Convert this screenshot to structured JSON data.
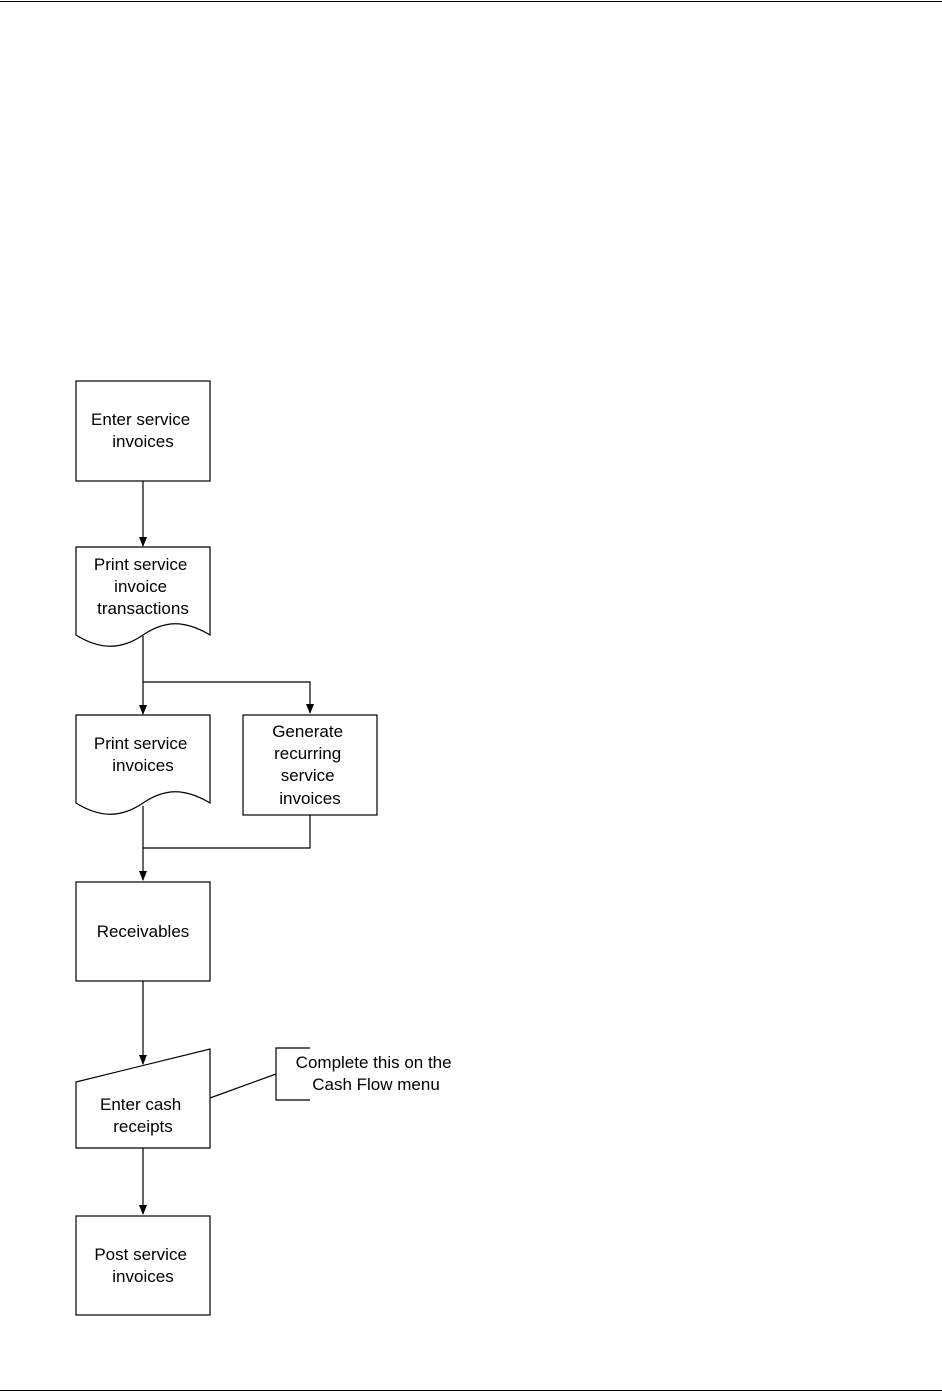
{
  "flowchart": {
    "nodes": {
      "enter_service_invoices": [
        "Enter service",
        "invoices"
      ],
      "print_service_invoice_transactions": [
        "Print service",
        "invoice",
        "transactions"
      ],
      "print_service_invoices": [
        "Print service",
        "invoices"
      ],
      "generate_recurring_service_invoices": [
        "Generate",
        "recurring",
        "service",
        "invoices"
      ],
      "receivables": [
        "Receivables"
      ],
      "enter_cash_receipts": [
        "Enter cash",
        "receipts"
      ],
      "post_service_invoices": [
        "Post service",
        "invoices"
      ]
    },
    "annotation": [
      "Complete this on the",
      "Cash Flow menu"
    ]
  }
}
